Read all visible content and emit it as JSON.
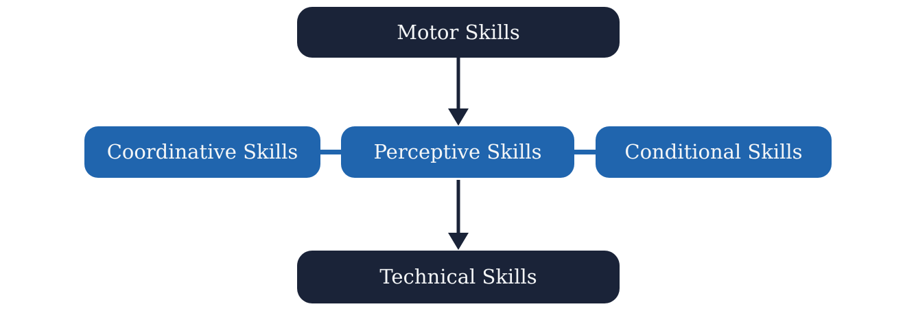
{
  "diagram": {
    "nodes": {
      "motor": {
        "label": "Motor Skills",
        "style": "dark"
      },
      "coordinative": {
        "label": "Coordinative Skills",
        "style": "blue"
      },
      "perceptive": {
        "label": "Perceptive Skills",
        "style": "blue"
      },
      "conditional": {
        "label": "Conditional Skills",
        "style": "blue"
      },
      "technical": {
        "label": "Technical Skills",
        "style": "dark"
      }
    },
    "edges": [
      {
        "from": "Motor Skills",
        "to": "Perceptive Skills",
        "type": "arrow"
      },
      {
        "from": "Coordinative Skills",
        "to": "Perceptive Skills",
        "type": "line"
      },
      {
        "from": "Perceptive Skills",
        "to": "Conditional Skills",
        "type": "line"
      },
      {
        "from": "Perceptive Skills",
        "to": "Technical Skills",
        "type": "arrow"
      }
    ]
  },
  "colors": {
    "primary_dark": "#1a2338",
    "primary_blue": "#2065ae",
    "node_text": "#f4f6f7",
    "background": "#ffffff"
  }
}
